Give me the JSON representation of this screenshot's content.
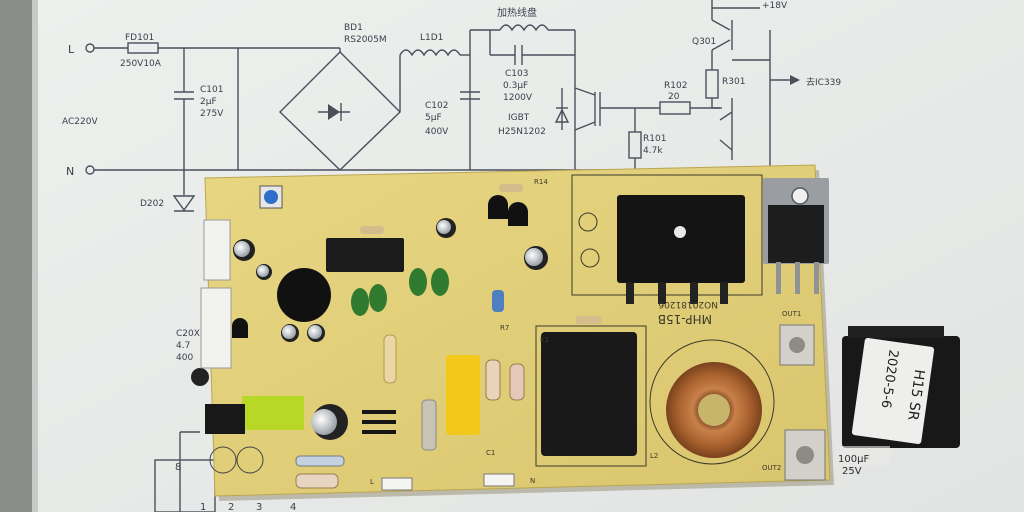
{
  "schematic": {
    "node_l": "L",
    "node_n": "N",
    "fuse_ref": "FD101",
    "fuse_rating": "250V10A",
    "ac_label": "AC220V",
    "c101_ref": "C101",
    "c101_value": "2μF",
    "c101_voltage": "275V",
    "bridge_ref": "BD1",
    "bridge_part": "RS2005M",
    "inductor_ref": "L1D1",
    "coil_label": "加热线盘",
    "c103_ref": "C103",
    "c103_value": "0.3μF",
    "c103_voltage": "1200V",
    "c102_ref": "C102",
    "c102_value": "5μF",
    "c102_voltage": "400V",
    "igbt_label": "IGBT",
    "igbt_part": "H25N1202",
    "r102_ref": "R102",
    "r102_value": "20",
    "r101_ref": "R101",
    "r101_value": "4.7k",
    "q301_ref": "Q301",
    "r301_ref": "R301",
    "vcc_label": "+18V",
    "out_label": "去IC339",
    "d202_ref": "D202",
    "c20x_ref": "C20X",
    "c20x_value": "4.7",
    "c20x_voltage": "400",
    "pin_8": "8",
    "pin_1": "1",
    "pin_2": "2",
    "pin_3": "3",
    "pin_4": "4"
  },
  "board": {
    "model": "MHP-15B",
    "serial": "NO20181206",
    "out1": "OUT1",
    "out2": "OUT2",
    "pad_l": "L",
    "pad_n": "N",
    "silk_c1": "C1",
    "silk_r14": "R14",
    "silk_l2": "L2",
    "silk_r7": "R7",
    "silk_k1": "K1"
  },
  "transformer": {
    "line1": "H15 SR",
    "line2": "2020-5-6",
    "cap_value": "100μF",
    "cap_voltage": "25V"
  }
}
